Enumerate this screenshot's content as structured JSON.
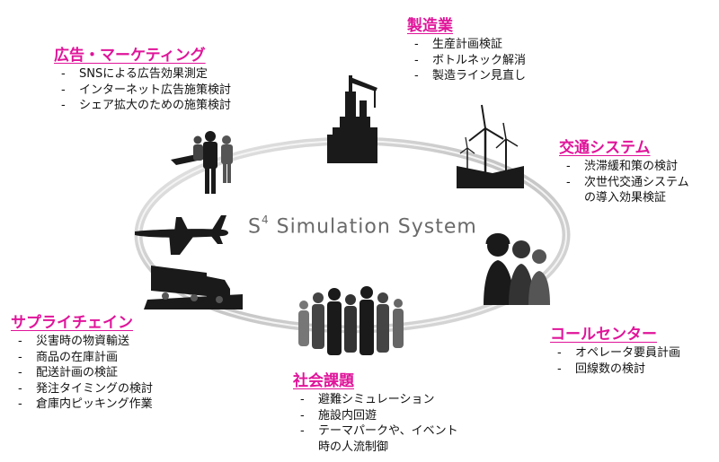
{
  "center": {
    "s": "S",
    "sup": "4",
    "rest": " Simulation System"
  },
  "blocks": {
    "marketing": {
      "title": "広告・マーケティング",
      "items": [
        "SNSによる広告効果測定",
        "インターネット広告施策検討",
        "シェア拡大のための施策検討"
      ]
    },
    "manufacturing": {
      "title": "製造業",
      "items": [
        "生産計画検証",
        "ボトルネック解消",
        "製造ライン見直し"
      ]
    },
    "traffic": {
      "title": "交通システム",
      "items": [
        "渋滞緩和策の検討",
        "次世代交通システム"
      ],
      "cont": "の導入効果検証"
    },
    "callcenter": {
      "title": "コールセンター",
      "items": [
        "オペレータ要員計画",
        "回線数の検討"
      ]
    },
    "social": {
      "title": "社会課題",
      "items": [
        "避難シミュレーション",
        "施設内回遊",
        "テーマパークや、イベント"
      ],
      "cont": "時の人流制御"
    },
    "supply": {
      "title": "サプライチェイン",
      "items": [
        "災害時の物資輸送",
        "商品の在庫計画",
        "配送計画の検証",
        "発注タイミングの検討",
        "倉庫内ピッキング作業"
      ]
    }
  },
  "colors": {
    "heading": "#e0149a",
    "ring": "#cfcfcf",
    "silhouette": "#1a1a1a"
  }
}
